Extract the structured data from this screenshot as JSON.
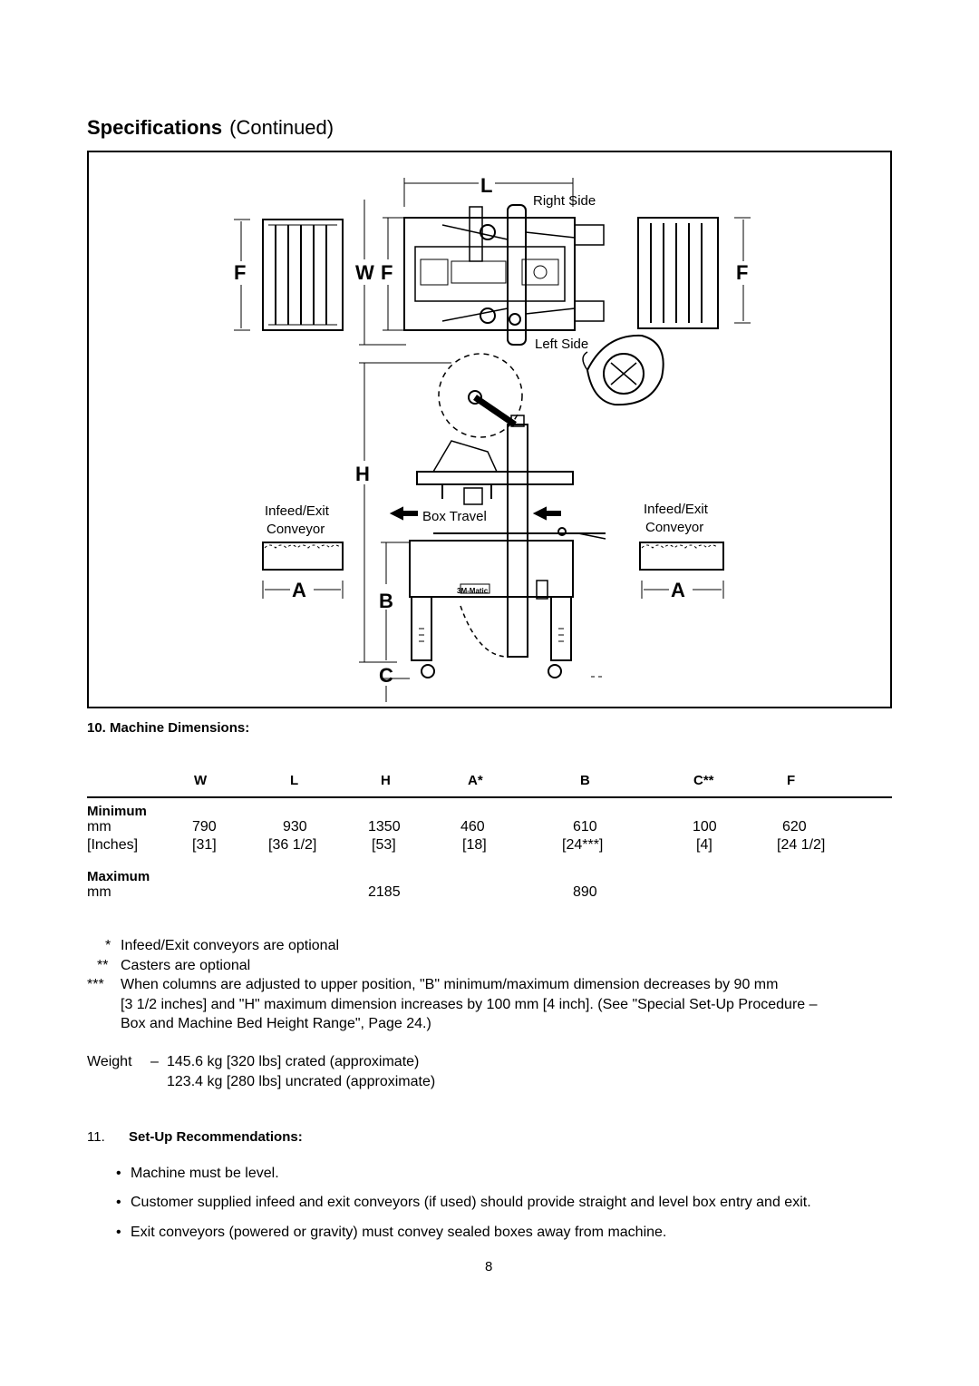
{
  "page_title": {
    "bold": "Specifications",
    "normal": "(Continued)"
  },
  "figure": {
    "dim_L": "L",
    "dim_W": "W",
    "dim_F_left": "F",
    "dim_F_inner": "F",
    "dim_F_right": "F",
    "dim_H": "H",
    "dim_B": "B",
    "dim_C": "C",
    "dim_A_left": "A",
    "dim_A_right": "A",
    "right_side": "Right Side",
    "left_side": "Left Side",
    "infeed_left_1": "Infeed/Exit",
    "infeed_left_2": "Conveyor",
    "infeed_right_1": "Infeed/Exit",
    "infeed_right_2": "Conveyor",
    "box_travel": "Box Travel",
    "machine_brand": "3M-Matic"
  },
  "section10": {
    "heading": "10. Machine Dimensions:",
    "columns": [
      "W",
      "L",
      "H",
      "A*",
      "B",
      "C**",
      "F"
    ],
    "minimum_label": "Minimum",
    "min_mm_label": "mm",
    "min_mm": [
      "790",
      "930",
      "1350",
      "460",
      "610",
      "100",
      "620"
    ],
    "min_in_label": "[Inches]",
    "min_in": [
      "[31]",
      "[36 1/2]",
      "[53]",
      "[18]",
      "[24***]",
      "[4]",
      "[24 1/2]"
    ],
    "maximum_label": "Maximum",
    "max_mm_label": "mm",
    "max_H": "2185",
    "max_B": "890"
  },
  "notes": [
    {
      "mark": "*",
      "text": "Infeed/Exit conveyors are optional"
    },
    {
      "mark": "**",
      "text": "Casters are optional"
    },
    {
      "mark": "***",
      "text": "When columns are adjusted to upper position, \"B\" minimum/maximum dimension decreases by 90 mm"
    }
  ],
  "note3_cont_1": "[3 1/2 inches] and \"H\" maximum dimension increases by 100 mm [4 inch].  (See \"Special Set-Up Procedure –",
  "note3_cont_2": "Box and Machine Bed Height Range\", Page 24.)",
  "weight": {
    "label": "Weight",
    "dash": "–",
    "line1": "145.6 kg [320 lbs] crated (approximate)",
    "line2": "123.4 kg [280 lbs] uncrated (approximate)"
  },
  "section11": {
    "number": "11.",
    "heading": "Set-Up Recommendations:",
    "bullets": [
      "Machine must be level.",
      "Customer supplied infeed and exit conveyors (if used) should provide straight and level box entry and exit.",
      "Exit conveyors (powered or gravity) must convey sealed boxes away from machine."
    ]
  },
  "page_number": "8"
}
